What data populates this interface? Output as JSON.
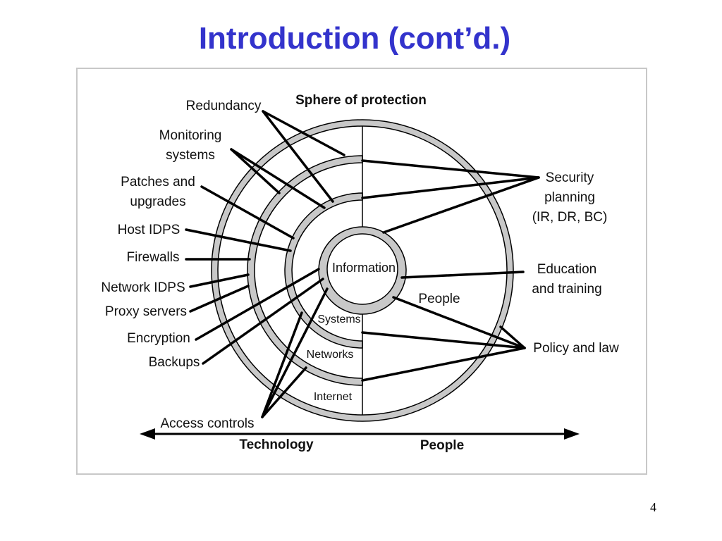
{
  "slide": {
    "title": "Introduction (cont’d.)",
    "page_number": "4"
  },
  "diagram": {
    "title": "Sphere of protection",
    "core": "Information",
    "layers_technology": [
      "Systems",
      "Networks",
      "Internet"
    ],
    "people_side_label": "People",
    "left_labels": {
      "redundancy": "Redundancy",
      "monitoring": [
        "Monitoring",
        "systems"
      ],
      "patches": [
        "Patches and",
        "upgrades"
      ],
      "host_idps": "Host IDPS",
      "firewalls": "Firewalls",
      "network_idps": "Network IDPS",
      "proxy_servers": "Proxy servers",
      "encryption": "Encryption",
      "backups": "Backups",
      "access_controls": "Access controls"
    },
    "right_labels": {
      "security_planning": [
        "Security",
        "planning",
        "(IR, DR, BC)"
      ],
      "education": [
        "Education",
        "and training"
      ],
      "policy": "Policy and law"
    },
    "axis": {
      "left": "Technology",
      "right": "People"
    }
  }
}
